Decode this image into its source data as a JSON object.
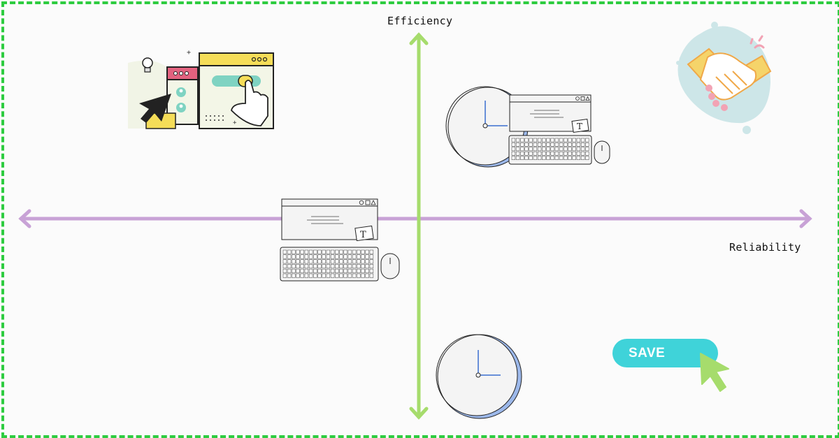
{
  "labels": {
    "vertical_axis": "Efficiency",
    "horizontal_axis": "Reliability",
    "save_button": "SAVE"
  },
  "keyboard_window": {
    "glyph": "T"
  },
  "colors": {
    "border": "#2ecc40",
    "vertical_axis": "#a6dc6c",
    "horizontal_axis": "#c8a2d6",
    "save_button": "#3fd3d9",
    "cursor": "#a6dc6c",
    "clock_ring": "#9cb8ea",
    "clock_hand": "#3b6fd0"
  },
  "icons": [
    "web-ui-illustration",
    "handshake-illustration",
    "clock-icon",
    "keyboard-icon",
    "mouse-icon",
    "browser-window-icon",
    "cursor-arrow-icon"
  ]
}
